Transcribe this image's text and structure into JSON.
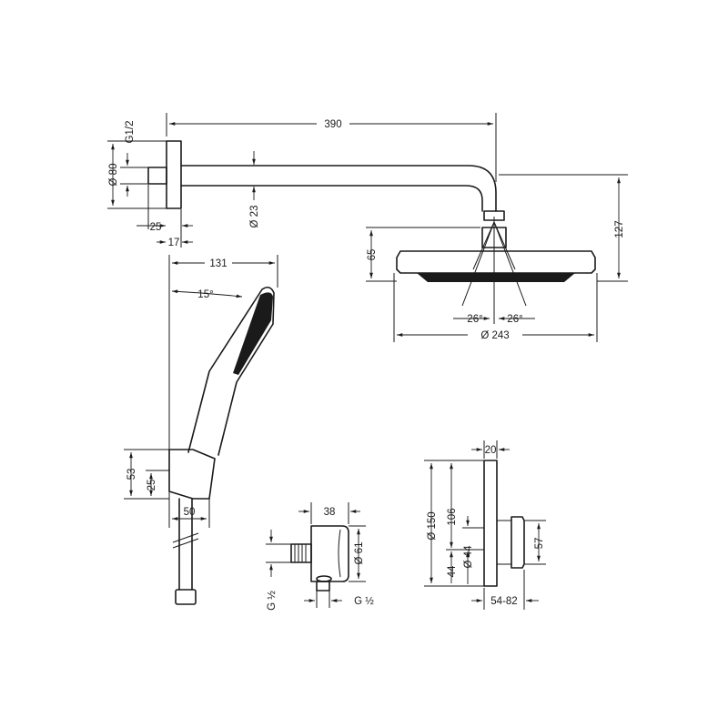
{
  "colors": {
    "line": "#1a1a1a",
    "background": "#ffffff"
  },
  "labels": {
    "arm_length": "390",
    "thread_top": "G1/2",
    "flange_diameter": "Ø 80",
    "arm_diameter": "Ø 23",
    "flange_offset": "25",
    "flange_depth": "17",
    "head_height_total": "127",
    "head_height": "65",
    "spray_angle_left": "26°",
    "spray_angle_right": "26°",
    "head_diameter": "Ø 243",
    "handshower_length": "131",
    "handshower_angle": "15°",
    "holder_height": "53",
    "holder_offset": "25",
    "holder_width": "50",
    "outlet_depth": "38",
    "outlet_diameter": "Ø 61",
    "outlet_thread_left": "G ½",
    "outlet_thread_bottom": "G ½",
    "thermostat_depth": "20",
    "thermostat_height": "Ø 150",
    "thermostat_upper": "106",
    "thermostat_mid": "44",
    "thermostat_lower": "Ø 44",
    "thermostat_knob": "57",
    "thermostat_projection": "54-82"
  }
}
